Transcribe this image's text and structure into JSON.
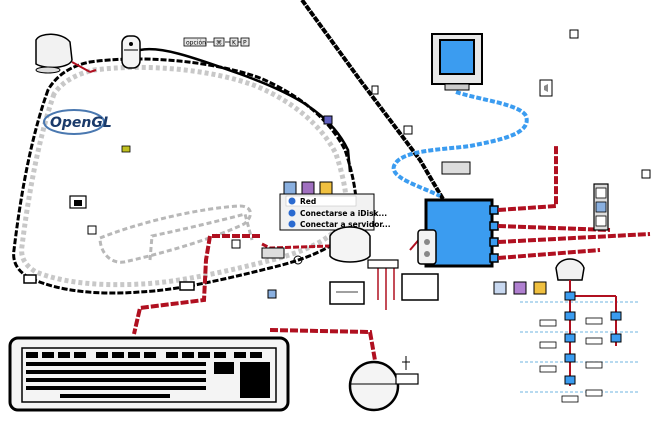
{
  "colors": {
    "cable_red": "#b01020",
    "cable_blue": "#3b9cf0",
    "hub_blue": "#3b9cf0",
    "outline": "#000000",
    "gray": "#888888",
    "light_gray": "#c8c8c8",
    "network_dashed": "#6fb4e0"
  },
  "key_shortcut": {
    "option": "opción",
    "cmd": "⌘",
    "k": "K",
    "p": "P"
  },
  "logo": {
    "text": "OpenGL"
  },
  "context_menu": {
    "items": [
      {
        "label": "Red",
        "icon": "network-globe-icon"
      },
      {
        "label": "Conectarse a iDisk...",
        "icon": "idisk-icon"
      },
      {
        "label": "Conectar a servidor...",
        "icon": "server-globe-icon"
      }
    ]
  },
  "mini_toolbar": {
    "icons": [
      "mac-finder-icon",
      "folder-icon",
      "clock-icon"
    ]
  },
  "icons": [
    "imac-icon",
    "mouse-icon",
    "monitor-icon",
    "keyboard-icon",
    "ethernet-port-icon",
    "firewire-icon",
    "usb-icon",
    "speaker-icon",
    "hub-icon",
    "printer-icon",
    "scanner-icon",
    "network-tree-icon",
    "document-icon",
    "chain-link-icon",
    "zoom-icon"
  ]
}
